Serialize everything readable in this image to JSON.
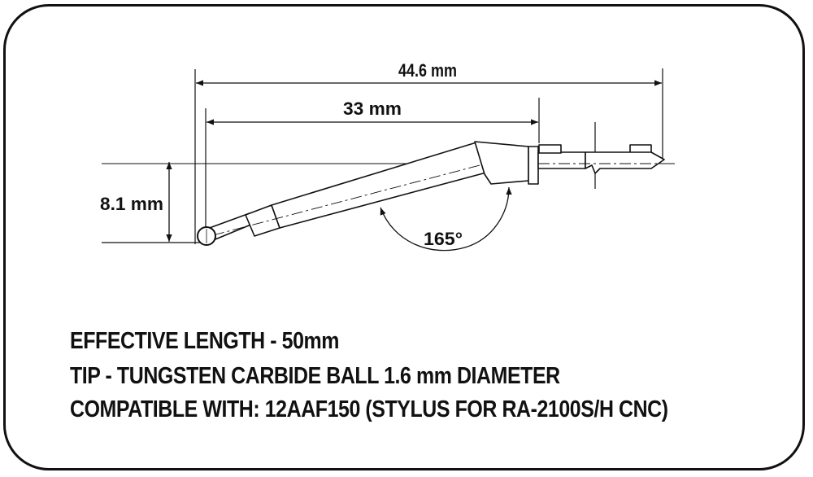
{
  "diagram": {
    "dimensions": {
      "overall_length": "44.6 mm",
      "effective_segment": "33 mm",
      "offset_height": "8.1 mm",
      "angle": "165°"
    }
  },
  "specs": [
    "EFFECTIVE LENGTH - 50mm",
    "TIP - TUNGSTEN CARBIDE BALL 1.6 mm DIAMETER",
    "COMPATIBLE WITH: 12AAF150 (STYLUS FOR RA-2100S/H CNC)"
  ],
  "colors": {
    "ink": "#111111",
    "background": "#ffffff"
  }
}
